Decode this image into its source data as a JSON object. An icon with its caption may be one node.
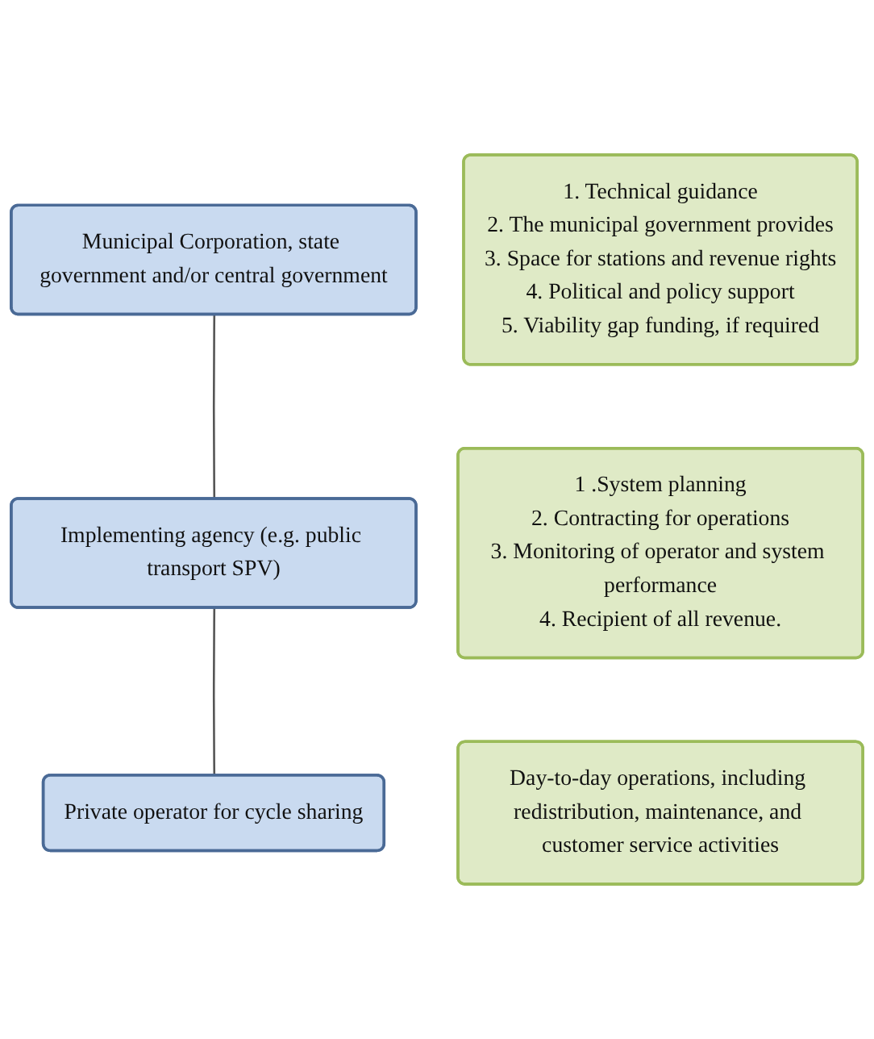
{
  "diagram": {
    "nodes": [
      {
        "text": [
          "Municipal Corporation, state government and/or central government"
        ]
      },
      {
        "text": [
          "1. Technical guidance",
          "2. The municipal government provides",
          "3. Space for stations and revenue rights",
          "4. Political and policy support",
          "5. Viability gap funding, if required"
        ]
      },
      {
        "text": [
          "Implementing agency (e.g. public transport SPV)"
        ]
      },
      {
        "text": [
          "1 .System planning",
          "2. Contracting for operations",
          "3. Monitoring of operator and system performance",
          "4. Recipient of all revenue."
        ]
      },
      {
        "text": [
          "Private operator for cycle sharing"
        ]
      },
      {
        "text": [
          "Day-to-day operations, including redistribution, maintenance, and customer service activities"
        ]
      }
    ],
    "edges": [
      {
        "from": 0,
        "to": 2,
        "arrow": "none"
      },
      {
        "from": 2,
        "to": 4,
        "arrow": "none"
      }
    ]
  }
}
